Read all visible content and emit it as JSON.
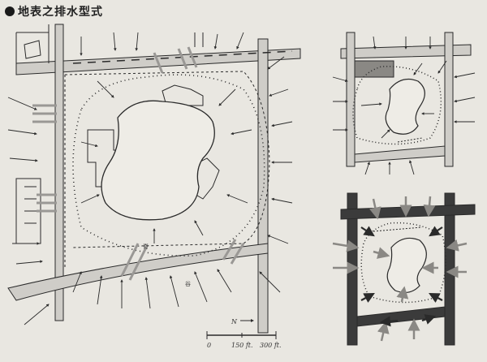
{
  "page": {
    "title": "地表之排水型式",
    "background": "#e9e7e1"
  },
  "main_plan": {
    "scale": {
      "zero": "0",
      "mid": "150 ft.",
      "end": "300 ft.",
      "north": "N"
    },
    "labels": [
      "脊",
      "谷"
    ]
  },
  "colors": {
    "ink": "#2a2a2a",
    "road_fill": "#c9c7c2",
    "gray_arrow": "#9a9895",
    "dark_road": "#3b3b3b",
    "shaded_block": "#8a8884"
  }
}
